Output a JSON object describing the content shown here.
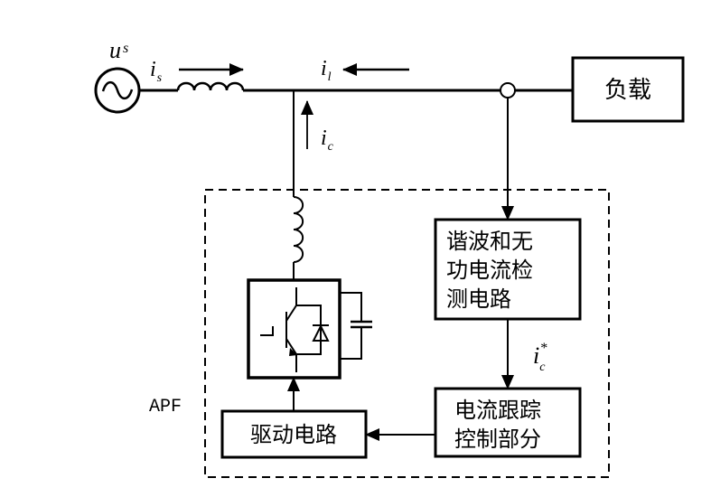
{
  "diagram": {
    "title": "APF system structure",
    "source": {
      "symbol": "ac-source",
      "label_main": "u",
      "label_sub": "s"
    },
    "currents": {
      "is": {
        "main": "i",
        "sub": "s"
      },
      "il": {
        "main": "i",
        "sub": "l"
      },
      "ic": {
        "main": "i",
        "sub": "c"
      },
      "ic_ref": {
        "main": "i",
        "sub": "c",
        "sup": "*"
      }
    },
    "load": {
      "label": "负载"
    },
    "apf_label": "APF",
    "blocks": {
      "detection": {
        "lines": [
          "谐波和无",
          "功电流检",
          "测电路"
        ]
      },
      "tracking": {
        "lines": [
          "电流跟踪",
          "控制部分"
        ]
      },
      "driver": {
        "label": "驱动电路"
      }
    }
  }
}
